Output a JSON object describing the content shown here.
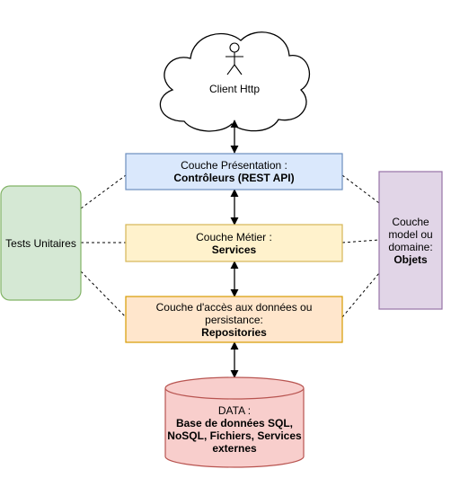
{
  "client": {
    "label": "Client Http"
  },
  "presentation": {
    "title": "Couche Présentation :",
    "subtitle": "Contrôleurs (REST API)",
    "fill": "#dae8fc",
    "stroke": "#6c8ebf"
  },
  "metier": {
    "title": "Couche Métier :",
    "subtitle": "Services",
    "fill": "#fff2cc",
    "stroke": "#d6b656"
  },
  "acces": {
    "title_line1": "Couche d'accès aux données ou",
    "title_line2": "persistance:",
    "subtitle": "Repositories",
    "fill": "#ffe6cc",
    "stroke": "#d79b00"
  },
  "tests": {
    "label": "Tests Unitaires",
    "fill": "#d5e8d4",
    "stroke": "#82b366"
  },
  "model": {
    "line1": "Couche",
    "line2": "model ou",
    "line3": "domaine:",
    "bold": "Objets",
    "fill": "#e1d5e7",
    "stroke": "#9673a6"
  },
  "data": {
    "title": "DATA :",
    "line1": "Base de données SQL,",
    "line2": "NoSQL, Fichiers, Services",
    "line3": "externes",
    "fill": "#f8cecc",
    "stroke": "#b85450"
  }
}
